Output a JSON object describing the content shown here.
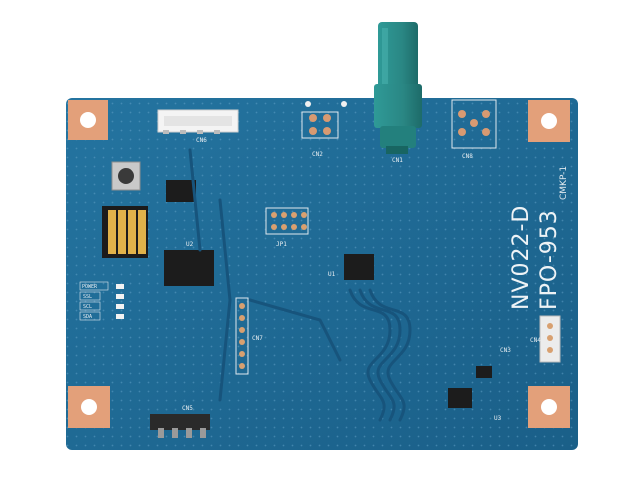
{
  "board": {
    "model_label": "NV022-D",
    "part_label": "FPO-953",
    "cert_label": "CMKP-1",
    "colors": {
      "pcb": "#1f6a95",
      "pcb_dark": "#14527a",
      "pad_copper": "#e3a07a",
      "connector_teal": "#2b8c8a",
      "connector_white": "#f2f2f2",
      "connector_black": "#2a2a2a",
      "chip": "#1c1c1c",
      "dip_yellow": "#e0b24a"
    }
  },
  "silkscreen": {
    "cn1": "CN1",
    "cn2": "CN2",
    "cn3": "CN3",
    "cn4": "CN4",
    "cn5": "CN5",
    "cn6": "CN6",
    "cn7": "CN7",
    "cn8": "CN8",
    "jp1": "JP1",
    "u1": "U1",
    "u2": "U2",
    "u3": "U3",
    "power": "POWER",
    "ssl": "SSL",
    "scl": "SCL",
    "sda": "SDA"
  }
}
